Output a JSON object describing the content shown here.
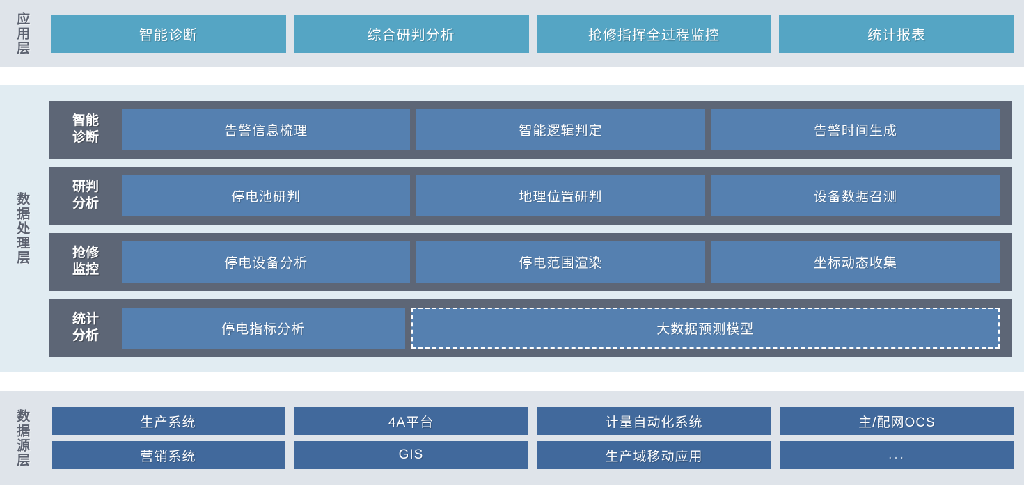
{
  "layers": {
    "application": {
      "label": "应用层",
      "tiles": [
        {
          "label": "智能诊断"
        },
        {
          "label": "综合研判分析"
        },
        {
          "label": "抢修指挥全过程监控"
        },
        {
          "label": "统计报表"
        }
      ]
    },
    "data_processing": {
      "label": "数据处理层",
      "rows": [
        {
          "label_line1": "智能",
          "label_line2": "诊断",
          "cells": [
            {
              "label": "告警信息梳理",
              "style": "solid"
            },
            {
              "label": "智能逻辑判定",
              "style": "solid"
            },
            {
              "label": "告警时间生成",
              "style": "solid"
            }
          ]
        },
        {
          "label_line1": "研判",
          "label_line2": "分析",
          "cells": [
            {
              "label": "停电池研判",
              "style": "solid"
            },
            {
              "label": "地理位置研判",
              "style": "solid"
            },
            {
              "label": "设备数据召测",
              "style": "solid"
            }
          ]
        },
        {
          "label_line1": "抢修",
          "label_line2": "监控",
          "cells": [
            {
              "label": "停电设备分析",
              "style": "solid"
            },
            {
              "label": "停电范围渲染",
              "style": "solid"
            },
            {
              "label": "坐标动态收集",
              "style": "solid"
            }
          ]
        },
        {
          "label_line1": "统计",
          "label_line2": "分析",
          "cells": [
            {
              "label": "停电指标分析",
              "style": "solid"
            },
            {
              "label": "大数据预测模型",
              "style": "dashed-wide"
            }
          ]
        }
      ]
    },
    "data_source": {
      "label": "数据源层",
      "rows": [
        [
          {
            "label": "生产系统"
          },
          {
            "label": "4A平台"
          },
          {
            "label": "计量自动化系统"
          },
          {
            "label": "主/配网OCS"
          }
        ],
        [
          {
            "label": "营销系统"
          },
          {
            "label": "GIS"
          },
          {
            "label": "生产域移动应用"
          },
          {
            "label": "..."
          }
        ]
      ]
    }
  },
  "colors": {
    "application_band_bg": "#dfe4ea",
    "application_tile": "#55a5c4",
    "processing_band_bg": "#e1ecf2",
    "processing_row_bg": "#5d6676",
    "processing_cell": "#5580b0",
    "source_band_bg": "#dfe4ea",
    "source_tile": "#41699c",
    "label_text": "#5c6270",
    "tile_text": "#ffffff"
  }
}
